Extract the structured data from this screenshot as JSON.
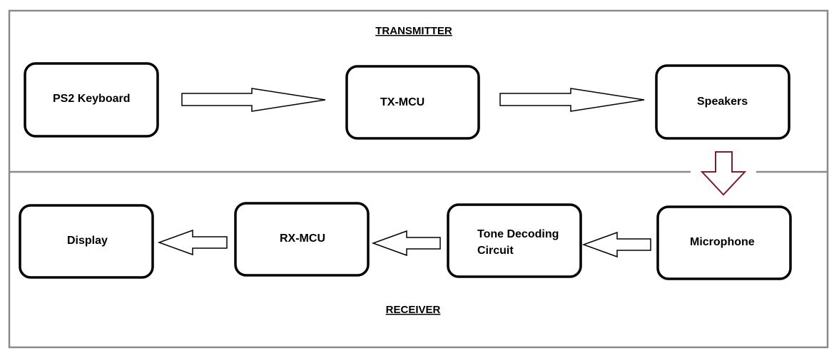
{
  "sections": {
    "transmitter": "TRANSMITTER",
    "receiver": "RECEIVER"
  },
  "blocks": {
    "ps2_keyboard": "PS2 Keyboard",
    "tx_mcu": "TX-MCU",
    "speakers": "Speakers",
    "microphone": "Microphone",
    "tone_decoding": [
      "Tone Decoding",
      "Circuit"
    ],
    "rx_mcu": "RX-MCU",
    "display": "Display"
  },
  "colors": {
    "frame": "#8a8a8a",
    "block_border": "#000000",
    "accent_arrow": "#7a1f2b"
  }
}
